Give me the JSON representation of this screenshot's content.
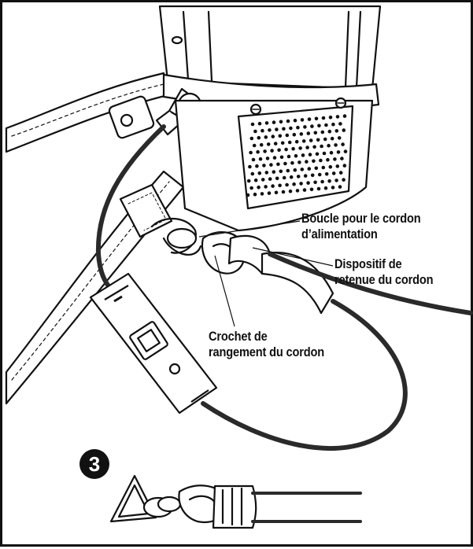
{
  "callouts": {
    "cord_loop": {
      "line1": "Boucle pour le cordon",
      "line2": "d’alimentation"
    },
    "cord_retainer": {
      "line1": "Dispositif de",
      "line2": "retenue du cordon"
    },
    "cord_hook": {
      "line1": "Crochet de",
      "line2": "rangement du cordon"
    }
  },
  "step": {
    "number": "3"
  },
  "colors": {
    "ink": "#111111",
    "cord": "#2a2a2a",
    "background": "#ffffff"
  }
}
